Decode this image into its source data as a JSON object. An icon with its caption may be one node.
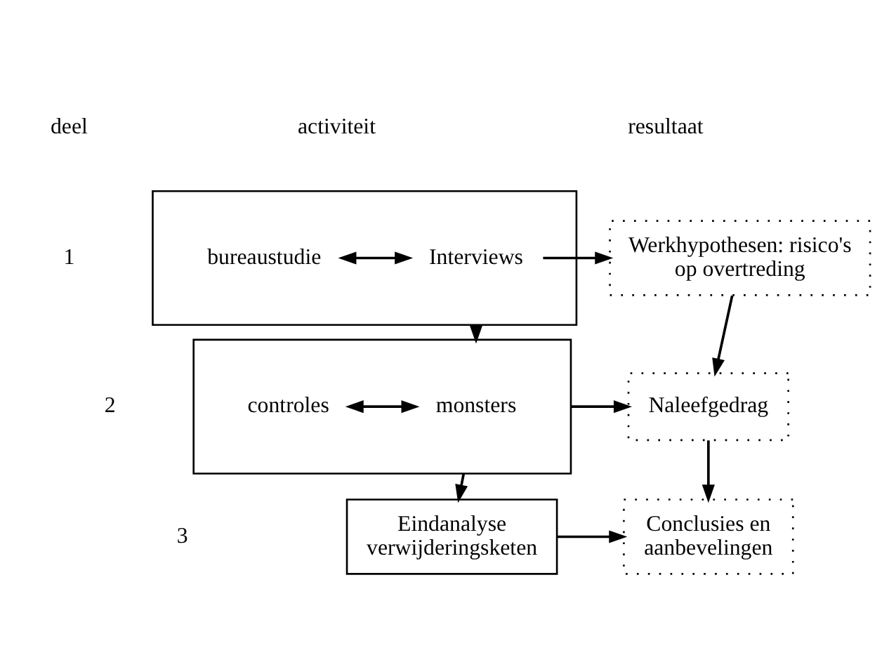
{
  "diagram": {
    "nodes": [
      {
        "text": [],
        "shape": "box"
      },
      {
        "text": [
          "bureaustudie"
        ],
        "in": 0
      },
      {
        "text": [
          "Interviews"
        ],
        "in": 0
      },
      {
        "text": [],
        "shape": "box"
      },
      {
        "text": [
          "controles"
        ],
        "in": 3
      },
      {
        "text": [
          "monsters"
        ],
        "in": 3
      },
      {
        "text": [
          "Eindanalyse verwijderingsketen"
        ]
      },
      {
        "text": [
          "Werkhypothesen: risico's op overtreding"
        ]
      },
      {
        "text": [
          "Naleefgedrag"
        ]
      },
      {
        "text": [
          "Conclusies en aanbevelingen"
        ]
      }
    ],
    "edges": [
      {
        "from": 1,
        "to": 2,
        "arrow": "both"
      },
      {
        "from": 2,
        "to": 7,
        "arrow": "to"
      },
      {
        "from": 0,
        "to": 3,
        "arrow": "to"
      },
      {
        "from": 7,
        "to": 8,
        "arrow": "to"
      },
      {
        "from": 4,
        "to": 5,
        "arrow": "both"
      },
      {
        "from": 3,
        "to": 8,
        "arrow": "to"
      },
      {
        "from": 3,
        "to": 6,
        "arrow": "to"
      },
      {
        "from": 8,
        "to": 9,
        "arrow": "to"
      },
      {
        "from": 6,
        "to": 9,
        "arrow": "to"
      }
    ],
    "labels": [
      "deel",
      "activiteit",
      "resultaat",
      "1",
      "2",
      "3"
    ]
  }
}
